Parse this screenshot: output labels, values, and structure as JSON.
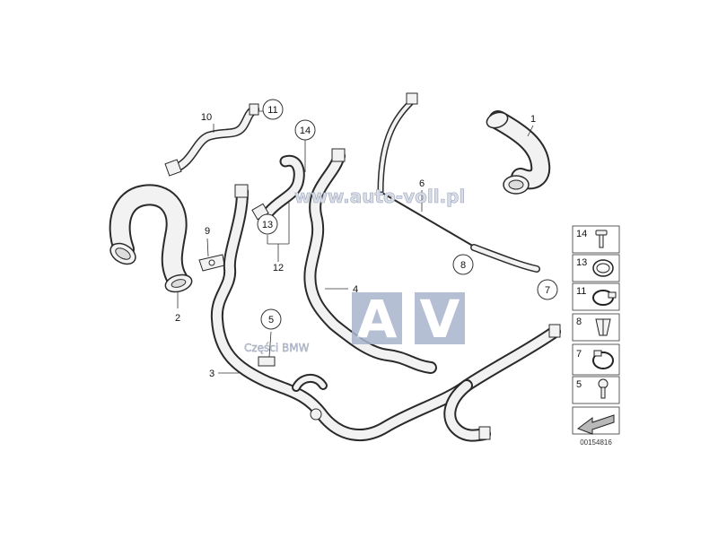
{
  "diagram": {
    "callouts": [
      {
        "id": "c1",
        "label": "1"
      },
      {
        "id": "c2",
        "label": "2"
      },
      {
        "id": "c3",
        "label": "3"
      },
      {
        "id": "c4",
        "label": "4"
      },
      {
        "id": "c5",
        "label": "5"
      },
      {
        "id": "c6",
        "label": "6"
      },
      {
        "id": "c7",
        "label": "7"
      },
      {
        "id": "c8",
        "label": "8"
      },
      {
        "id": "c9",
        "label": "9"
      },
      {
        "id": "c10",
        "label": "10"
      },
      {
        "id": "c11",
        "label": "11"
      },
      {
        "id": "c12",
        "label": "12"
      },
      {
        "id": "c13",
        "label": "13"
      },
      {
        "id": "c14",
        "label": "14"
      }
    ],
    "legend": [
      {
        "label": "14",
        "icon": "screw-icon"
      },
      {
        "label": "13",
        "icon": "seal-ring-icon"
      },
      {
        "label": "11",
        "icon": "hose-clamp-icon"
      },
      {
        "label": "8",
        "icon": "clip-icon"
      },
      {
        "label": "7",
        "icon": "hose-clamp-icon"
      },
      {
        "label": "5",
        "icon": "screw-icon"
      }
    ],
    "legend_arrow_icon": "direction-arrow-icon",
    "doc_number": "00154816"
  },
  "watermark": {
    "url": "www.auto-voll.pl",
    "brand": "Części BMW",
    "logo_letters": [
      "A",
      "V"
    ],
    "logo_color": "#a9b4cd"
  }
}
